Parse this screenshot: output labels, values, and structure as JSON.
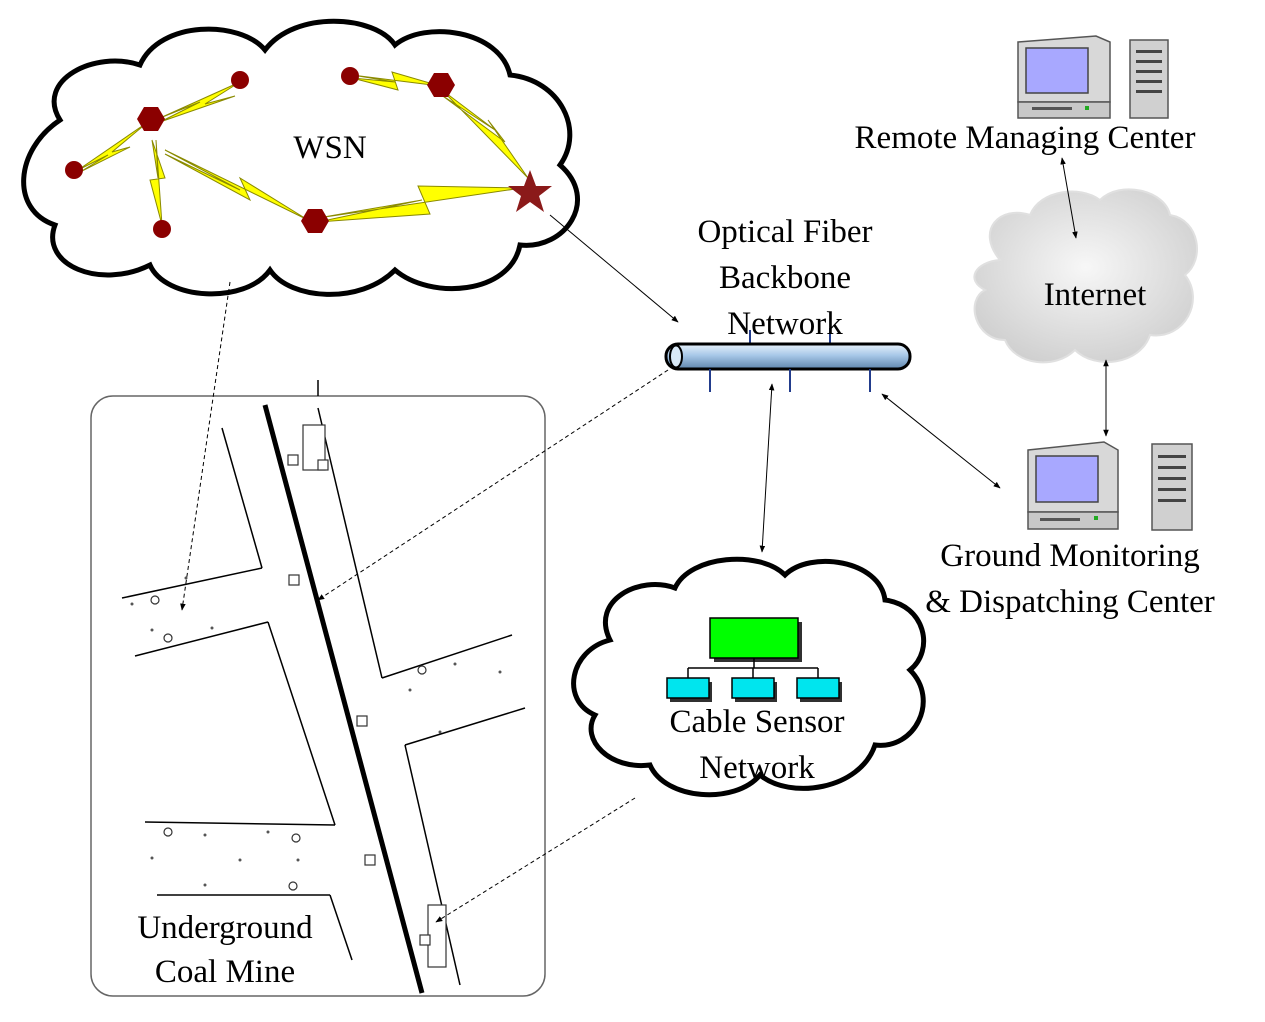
{
  "wsn": {
    "label": "WSN"
  },
  "remote_center": {
    "label": "Remote Managing Center"
  },
  "internet": {
    "label": "Internet"
  },
  "backbone": {
    "line1": "Optical Fiber",
    "line2": "Backbone",
    "line3": "Network"
  },
  "ground_center": {
    "line1": "Ground Monitoring",
    "line2": "& Dispatching Center"
  },
  "cable_network": {
    "line1": "Cable Sensor",
    "line2": "Network"
  },
  "mine": {
    "line1": "Underground",
    "line2": "Coal Mine"
  },
  "colors": {
    "sensor_node": "#8b0000",
    "wireless_link": "#ffff00",
    "fiber_pipe": "#a8c8e8",
    "root_node": "#00ff00",
    "child_node": "#00e5ee",
    "internet_cloud": "#d8d8d8",
    "monitor_screen": "#a8a8ff"
  },
  "icons": [
    "sensor-node-icon",
    "sink-star-icon",
    "lightning-link-icon",
    "computer-icon",
    "server-tower-icon",
    "cloud-icon",
    "fiber-pipe-icon",
    "tree-network-icon"
  ]
}
